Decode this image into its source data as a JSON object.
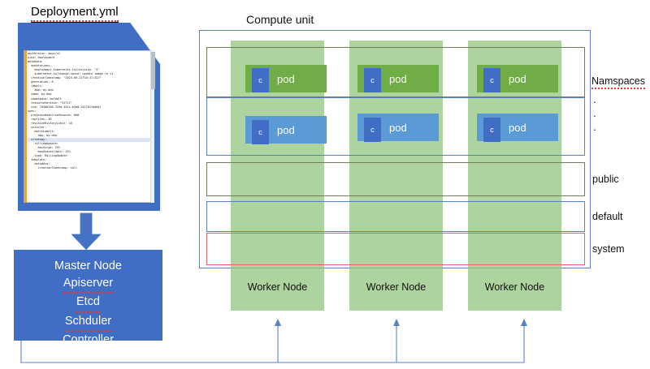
{
  "document": {
    "title": "Deployment.yml",
    "yaml": "apiVersion: apps/v1\nkind: Deployment\nmetadata:\n  annotations:\n    deployment.kubernetes.io/revision: \"3\"\n    kubernetes.io/change-cause: update image to v1\n  creationTimestamp: \"2023-09-22T10:31:32Z\"\n  generation: 6\n  labels:\n    app: my-dep\n  name: my-dep\n  namespace: default\n  resourceVersion: \"31712\"\n  uid: 7d3db346-319d-451c-b3d0-1417b1faa0a7\nspec:\n  progressDeadlineSeconds: 600\n  replicas: 30\n  revisionHistoryLimit: 10\n  selector:\n    matchLabels:\n      app: my-dep",
    "yaml_highlighted_line": "  strategy:",
    "yaml_after": "    rollingUpdate:\n      maxSurge: 25%\n      maxUnavailable: 25%\n    type: RollingUpdate\n  template:\n    metadata:\n      creationTimestamp: null"
  },
  "master_node": {
    "lines": [
      "Master Node",
      "Apiserver",
      "Etcd",
      "Schduler",
      "Controller"
    ],
    "color": "#3f6ec4",
    "text_color": "#ffffff"
  },
  "compute_unit": {
    "label": "Compute unit",
    "frame_color": "#5b7fc7"
  },
  "workers": [
    {
      "label": "Worker Node"
    },
    {
      "label": "Worker Node"
    },
    {
      "label": "Worker Node"
    }
  ],
  "pods": {
    "container_label": "c",
    "pod_label": "pod",
    "row1_color": "#70ad47",
    "row2_color": "#5b9bd5",
    "container_color": "#3f6ec4"
  },
  "namespaces": {
    "title": "Namspaces",
    "dots": [
      ".",
      ".",
      "."
    ],
    "rows": [
      {
        "label": "",
        "border": "#6f7f55"
      },
      {
        "label": "",
        "border": "#5b7fc7"
      },
      {
        "label": "public",
        "border": "#6f7f55"
      },
      {
        "label": "default",
        "border": "#5b7fc7"
      },
      {
        "label": "system",
        "border": "#e06666"
      }
    ]
  },
  "colors": {
    "worker_green": "#8dc378",
    "doc_blue": "#3f6ec4",
    "arrow_blue": "#4472c4",
    "connector_blue": "#5b7fc7",
    "spellcheck_red": "#e03a3a"
  }
}
